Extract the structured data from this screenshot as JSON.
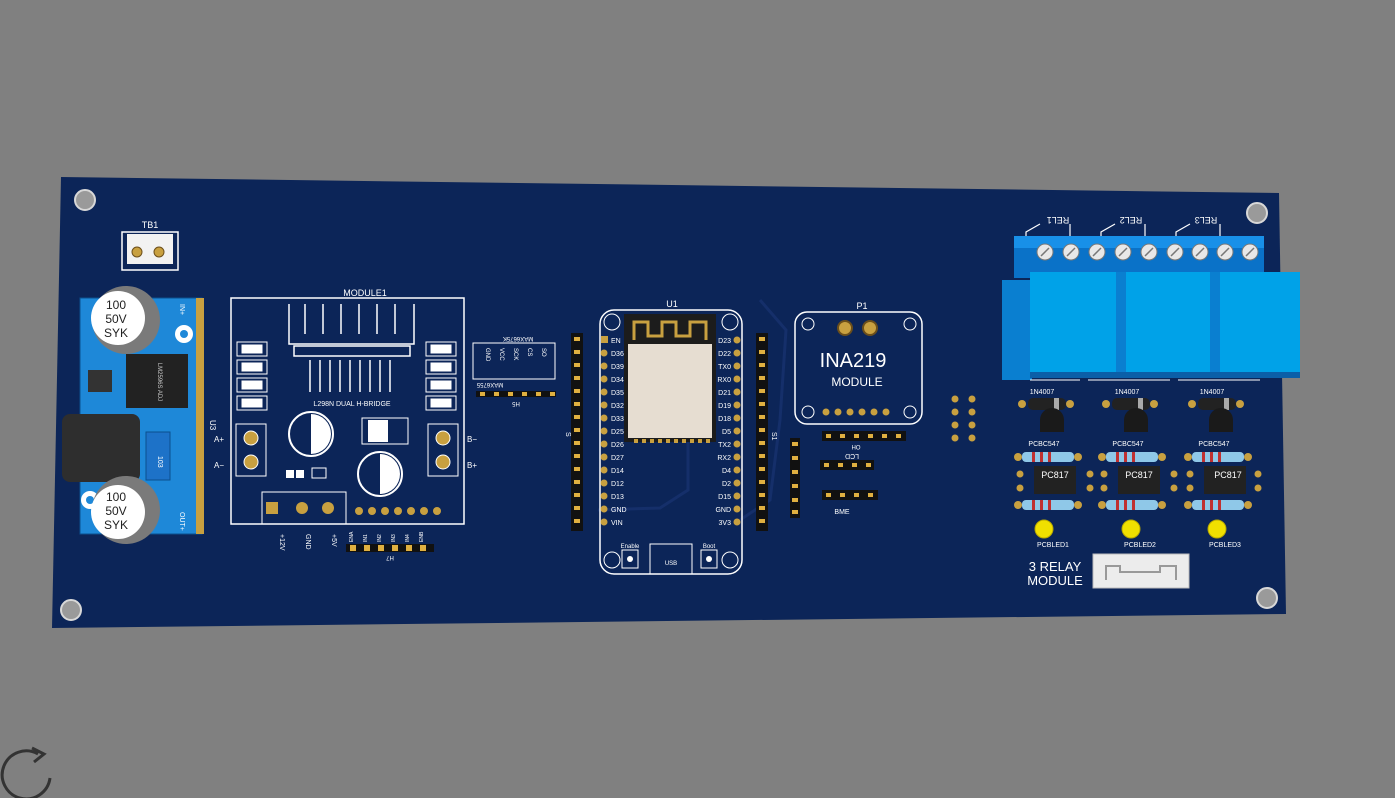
{
  "board": {
    "colors": {
      "background": "#808080",
      "pcb": "#0c2558",
      "silk": "#ffffff",
      "pad": "#c8a040",
      "relay_blue": "#00a2e8",
      "terminal_blue": "#0a72c8"
    },
    "tb1": {
      "label": "TB1"
    },
    "u3": {
      "label": "U3",
      "cap1": {
        "line1": "100",
        "line2": "50V",
        "line3": "SYK"
      },
      "cap2": {
        "line1": "100",
        "line2": "50V",
        "line3": "SYK"
      },
      "ic_text": "LM2596S ADJ",
      "pot_text": "103",
      "in_plus": "IN+",
      "out_plus": "OUT+"
    },
    "module1": {
      "label": "MODULE1",
      "subtitle": "L298N DUAL H-BRIDGE",
      "a_plus": "A+",
      "a_minus": "A−",
      "b_minus": "B−",
      "b_plus": "B+",
      "power_pins": [
        "+12V",
        "GND",
        "+5V"
      ],
      "header_pins": [
        "ENA",
        "IN1",
        "IN2",
        "IN3",
        "IN4",
        "ENB"
      ]
    },
    "h7": {
      "label": "H7"
    },
    "max6675": {
      "label": "MAX6675K",
      "label2": "MAX6755",
      "pins": [
        "GND",
        "VCC",
        "SCK",
        "CS",
        "SO"
      ]
    },
    "h5": {
      "label": "H5"
    },
    "u1": {
      "label": "U1",
      "left_pins": [
        "EN",
        "D36",
        "D39",
        "D34",
        "D35",
        "D32",
        "D33",
        "D25",
        "D26",
        "D27",
        "D14",
        "D12",
        "D13",
        "GND",
        "VIN"
      ],
      "right_pins": [
        "D23",
        "D22",
        "TX0",
        "RX0",
        "D21",
        "D19",
        "D18",
        "D5",
        "TX2",
        "RX2",
        "D4",
        "D2",
        "D15",
        "GND",
        "3V3"
      ],
      "enable": "Enable",
      "usb": "USB",
      "boot": "Boot"
    },
    "s_left": "S",
    "s1": "S1",
    "p1": {
      "label": "P1",
      "title": "INA219",
      "subtitle": "MODULE"
    },
    "oh": "OH",
    "lcd": "LCD",
    "bme": "BME",
    "relays": {
      "labels": [
        "REL1",
        "REL2",
        "REL3"
      ],
      "diodes": [
        "1N4007",
        "1N4007",
        "1N4007"
      ],
      "transistors": [
        "PCBC547",
        "PCBC547",
        "PCBC547"
      ],
      "optos": [
        "PC817",
        "PC817",
        "PC817"
      ],
      "leds": [
        "PCBLED1",
        "PCBLED2",
        "PCBLED3"
      ],
      "module_line1": "3 RELAY",
      "module_line2": "MODULE"
    }
  }
}
